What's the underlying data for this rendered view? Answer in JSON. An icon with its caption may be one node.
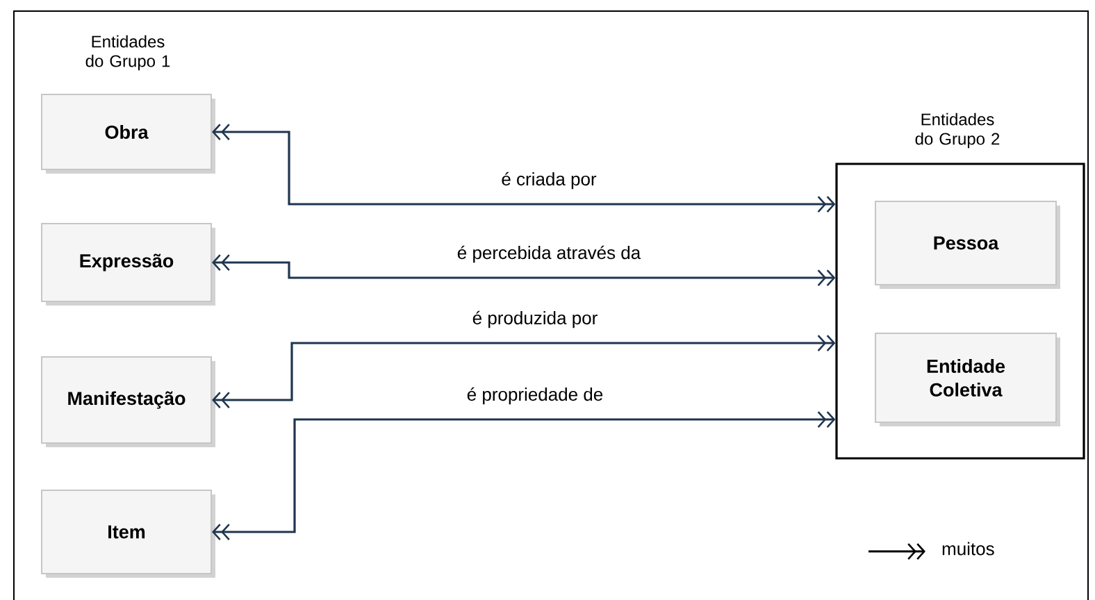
{
  "diagram": {
    "nodes": [
      {
        "text": [
          "Obra"
        ]
      },
      {
        "text": [
          "Expressão"
        ]
      },
      {
        "text": [
          "Manifestação"
        ]
      },
      {
        "text": [
          "Item"
        ]
      },
      {
        "text": [
          "Entidades do Grupo 2"
        ]
      },
      {
        "text": [
          "Pessoa"
        ],
        "in": 4
      },
      {
        "text": [
          "Entidade Coletiva"
        ],
        "in": 4
      }
    ],
    "edges": [
      {
        "from": 0,
        "to": 4,
        "arrow": "both",
        "label": "é criada por"
      },
      {
        "from": 1,
        "to": 4,
        "arrow": "both",
        "label": "é percebida através da"
      },
      {
        "from": 2,
        "to": 4,
        "arrow": "both",
        "label": "é produzida por"
      },
      {
        "from": 3,
        "to": 4,
        "arrow": "both",
        "label": "é propriedade de"
      }
    ],
    "labels": [
      "Entidades do Grupo 1"
    ],
    "legend": [
      {
        "text": "muitos"
      }
    ]
  }
}
